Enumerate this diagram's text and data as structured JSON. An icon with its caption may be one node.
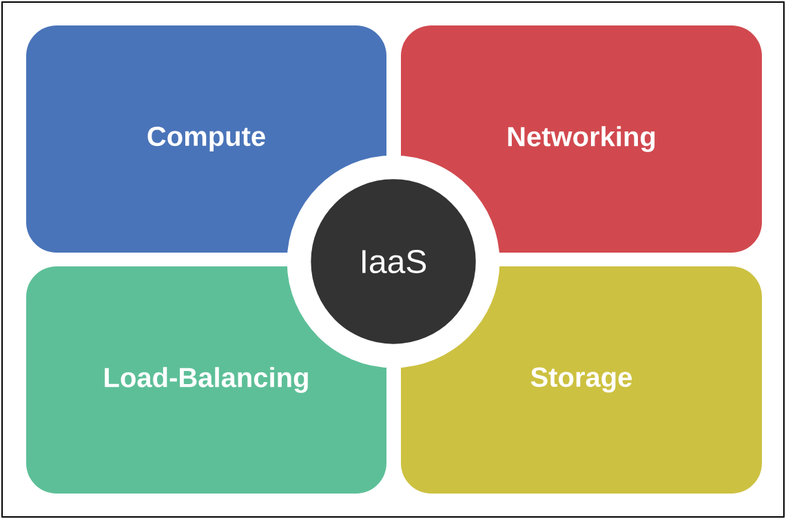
{
  "diagram": {
    "nodes": [
      {
        "text": [
          "Compute"
        ]
      },
      {
        "text": [
          "Networking"
        ]
      },
      {
        "text": [
          "IaaS"
        ]
      },
      {
        "text": [
          "Load-Balancing"
        ]
      },
      {
        "text": [
          "Storage"
        ]
      }
    ]
  }
}
